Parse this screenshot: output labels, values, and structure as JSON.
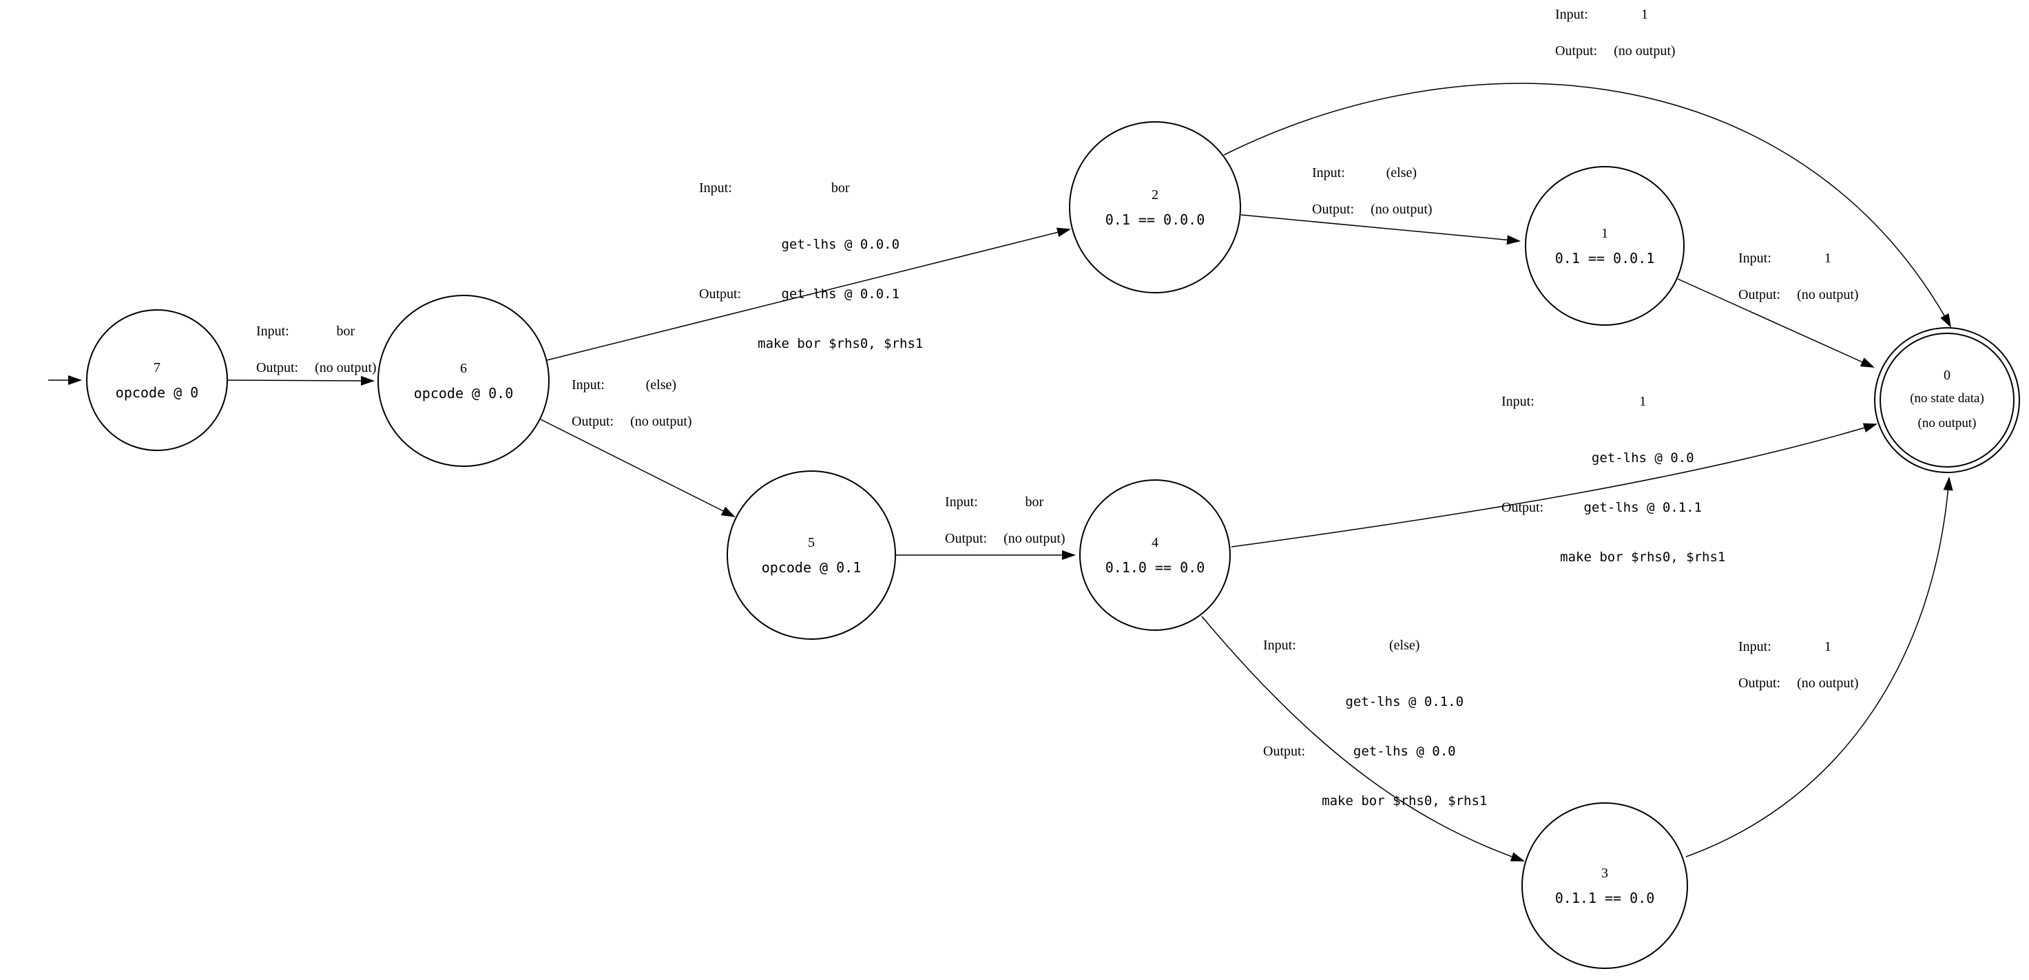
{
  "labels": {
    "input_key": "Input:",
    "output_key": "Output:"
  },
  "states": {
    "s7": {
      "id": "7",
      "data": "opcode @ 0"
    },
    "s6": {
      "id": "6",
      "data": "opcode @ 0.0"
    },
    "s5": {
      "id": "5",
      "data": "opcode @ 0.1"
    },
    "s4": {
      "id": "4",
      "data": "0.1.0 == 0.0"
    },
    "s3": {
      "id": "3",
      "data": "0.1.1 == 0.0"
    },
    "s2": {
      "id": "2",
      "data": "0.1 == 0.0.0"
    },
    "s1": {
      "id": "1",
      "data": "0.1 == 0.0.1"
    },
    "s0": {
      "id": "0",
      "line1": "(no state data)",
      "line2": "(no output)"
    }
  },
  "edges": {
    "e7_6": {
      "input": "bor",
      "output": "(no output)"
    },
    "e6_2": {
      "input": "bor",
      "output_lines": [
        "get-lhs @ 0.0.0",
        "get-lhs @ 0.0.1",
        "make bor $rhs0, $rhs1"
      ]
    },
    "e6_5": {
      "input": "(else)",
      "output": "(no output)"
    },
    "e2_0": {
      "input": "1",
      "output": "(no output)"
    },
    "e2_1": {
      "input": "(else)",
      "output": "(no output)"
    },
    "e1_0": {
      "input": "1",
      "output": "(no output)"
    },
    "e5_4": {
      "input": "bor",
      "output": "(no output)"
    },
    "e4_0": {
      "input": "1",
      "output_lines": [
        "get-lhs @ 0.0",
        "get-lhs @ 0.1.1",
        "make bor $rhs0, $rhs1"
      ]
    },
    "e4_3": {
      "input": "(else)",
      "output_lines": [
        "get-lhs @ 0.1.0",
        "get-lhs @ 0.0",
        "make bor $rhs0, $rhs1"
      ]
    },
    "e3_0": {
      "input": "1",
      "output": "(no output)"
    }
  }
}
